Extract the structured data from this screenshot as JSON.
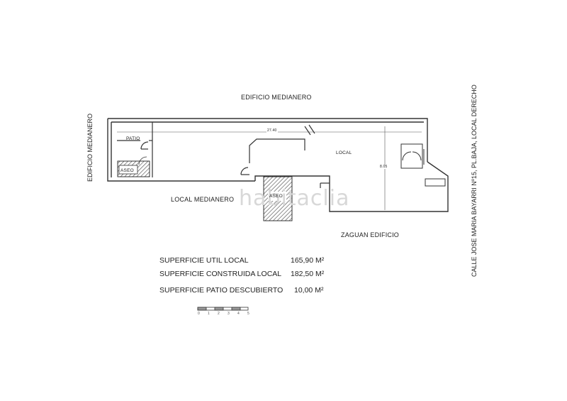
{
  "labels": {
    "top_neighbor": "EDIFICIO MEDIANERO",
    "left_neighbor": "EDIFICIO MEDIANERO",
    "bottom_neighbor": "LOCAL MEDIANERO",
    "entrance": "ZAGUAN EDIFICIO",
    "street": "CALLE JOSE MARIA BAYARRI Nº15, PL.BAJA, LOCAL DERECHO"
  },
  "rooms": {
    "patio": "PATIO",
    "aseo_left": "ASEO",
    "aseo_center": "ASEO",
    "local": "LOCAL"
  },
  "dimensions": {
    "length": "27.40",
    "width": "8.05"
  },
  "areas": [
    {
      "label": "SUPERFICIE UTIL LOCAL",
      "value": "165,90 M²"
    },
    {
      "label": "SUPERFICIE CONSTRUIDA LOCAL",
      "value": "182,50 M²"
    },
    {
      "label": "SUPERFICIE PATIO DESCUBIERTO",
      "value": "10,00 M²"
    }
  ],
  "scale_bar": {
    "ticks": [
      "0",
      "1",
      "2",
      "3",
      "4",
      "5"
    ]
  },
  "watermark": "habitaclia"
}
